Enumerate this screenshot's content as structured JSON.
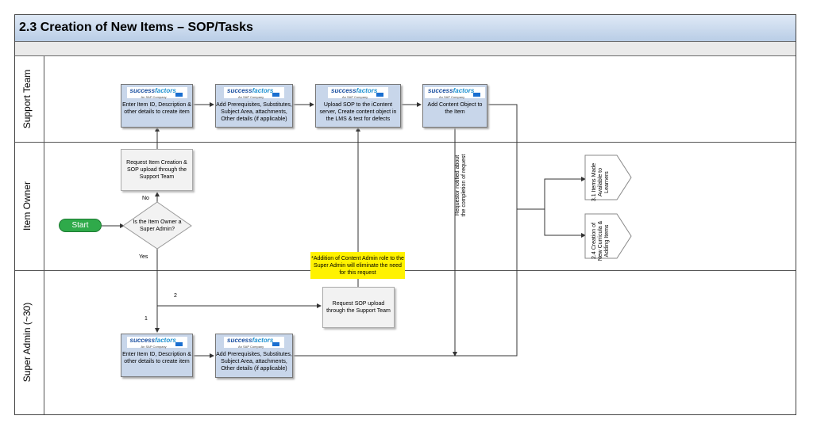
{
  "title": "2.3 Creation of New Items – SOP/Tasks",
  "lanes": {
    "support": "Support Team",
    "owner": "Item Owner",
    "admin": "Super Admin (~30)"
  },
  "logo": {
    "brand_a": "success",
    "brand_b": "factors",
    "tagline": "An SAP Company"
  },
  "support_boxes": [
    "Enter Item ID, Description & other details to create item",
    "Add Prerequisites, Substitutes, Subject Area, attachments, Other details (if applicable)",
    "Upload SOP to the iContent server, Create content object in the LMS & test for defects",
    "Add Content Object to the Item"
  ],
  "owner": {
    "start": "Start",
    "decision": "Is the Item Owner a Super Admin?",
    "request": "Request Item Creation & SOP upload through the Support Team",
    "no": "No",
    "yes": "Yes"
  },
  "admin_boxes": [
    "Enter Item ID, Description & other details to create item",
    "Add Prerequisites, Substitutes, Subject Area, attachments, Other details (if applicable)"
  ],
  "admin_request": "Request SOP upload through the Support Team",
  "path_labels": {
    "one": "1",
    "two": "2"
  },
  "note": "*Addition of Content Admin role to the Super Admin will eliminate the need for this request",
  "notified": "Requestor notified about the completion of request",
  "offpage": [
    "3.1 Items Made Available to Learners",
    "2.4 Creation of New Curricula & Adding Items"
  ]
}
